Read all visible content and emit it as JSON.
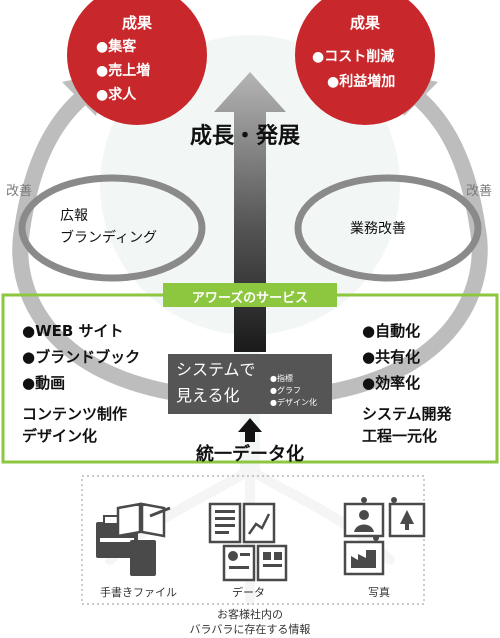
{
  "left_circle": {
    "title": "成果",
    "items": [
      "●集客",
      "●売上増",
      "●求人"
    ],
    "color": "#c8282b"
  },
  "right_circle": {
    "title": "成果",
    "items": [
      "●コスト削減",
      "●利益増加"
    ],
    "color": "#c8282b"
  },
  "center_title": "成長・発展",
  "improvement_left": "改善",
  "improvement_right": "改善",
  "left_ring_label": [
    "広報",
    "ブランディング"
  ],
  "right_ring_label": "業務改善",
  "services": {
    "title": "アワーズのサービス",
    "accent": "#8dc63f",
    "left_items": [
      "●WEB サイト",
      "●ブランドブック",
      "●動画"
    ],
    "left_label": [
      "コンテンツ制作",
      "デザイン化"
    ],
    "right_items": [
      "●自動化",
      "●共有化",
      "●効率化"
    ],
    "right_label": [
      "システム開発",
      "工程一元化"
    ],
    "visualization": {
      "line1": "システムで",
      "line2": "見える化",
      "sub": [
        "●指標",
        "●グラフ",
        "●デザイン化"
      ]
    },
    "unify": "統一データ化"
  },
  "sources": {
    "handwritten": "手書きファイル",
    "data": "データ",
    "photo": "写真"
  },
  "caption": [
    "お客様社内の",
    "バラバラに存在する情報"
  ]
}
